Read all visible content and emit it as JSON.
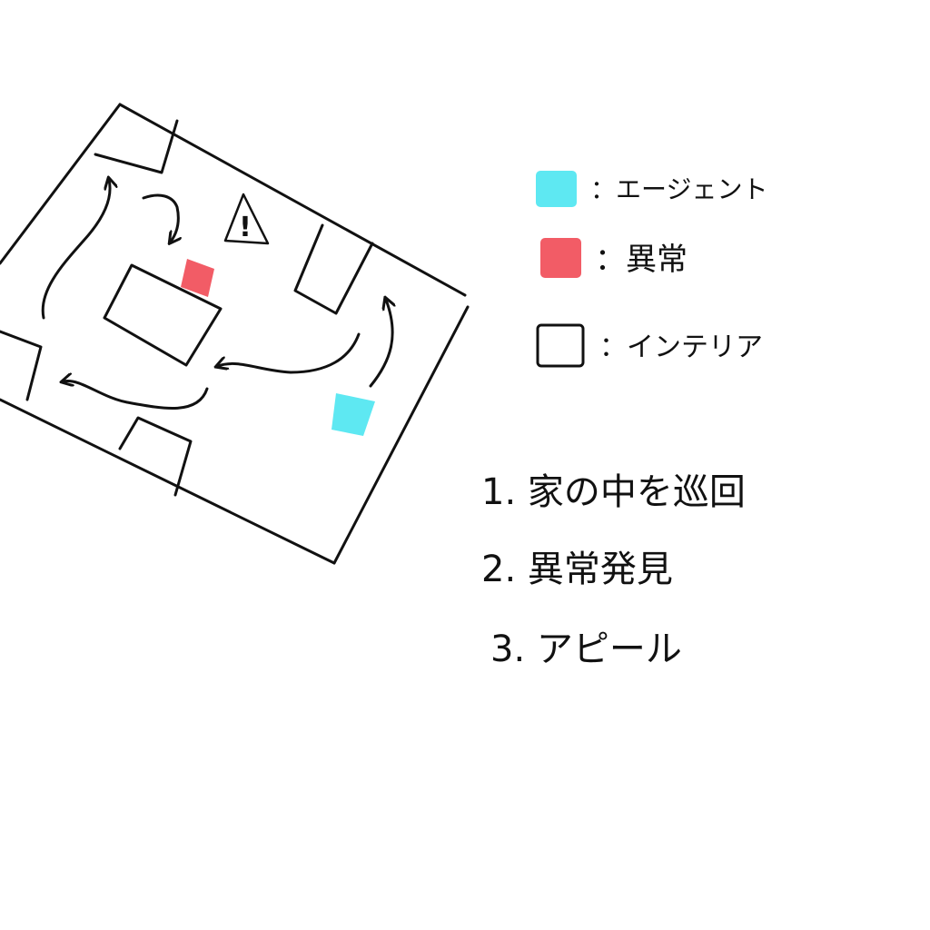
{
  "legend": {
    "items": [
      {
        "label": "：エージェント",
        "color": "#5ee8f2",
        "kind": "agent"
      },
      {
        "label": "：異常",
        "color": "#f25c66",
        "kind": "anomaly"
      },
      {
        "label": "：インテリア",
        "color": "#ffffff",
        "kind": "interior"
      }
    ]
  },
  "steps": [
    "1. 家の中を巡回",
    "2. 異常発見",
    "3. アピール"
  ],
  "map": {
    "warning_symbol": "!",
    "agent_color": "#5ee8f2",
    "anomaly_color": "#f25c66"
  }
}
